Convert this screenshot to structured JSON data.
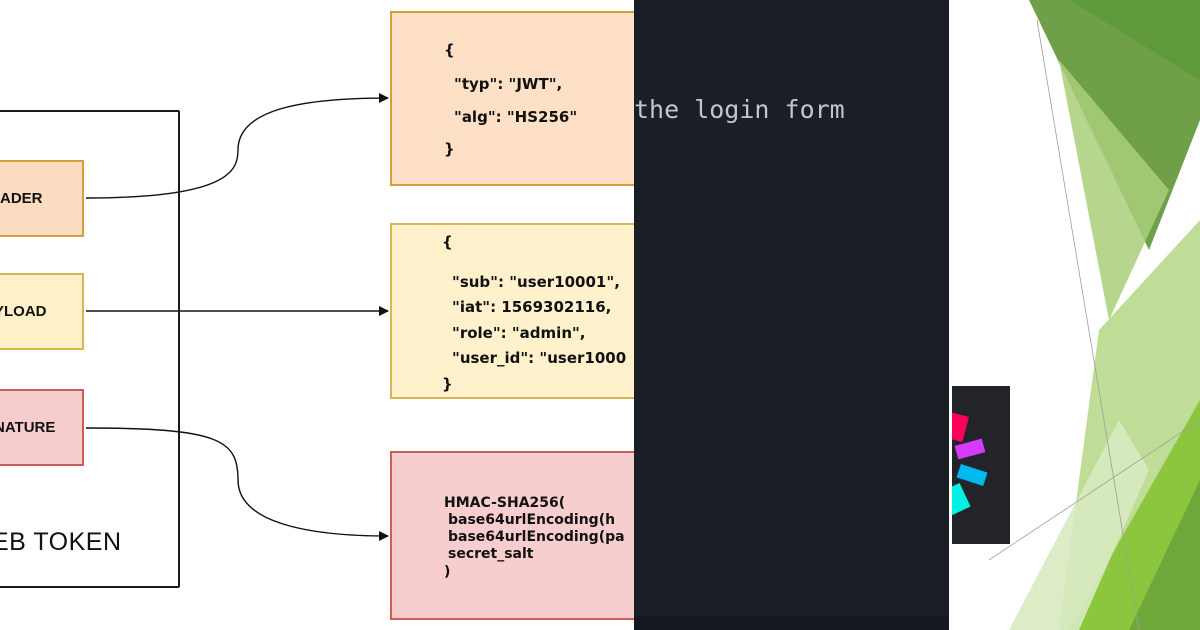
{
  "diagram": {
    "frame_title": "EB TOKEN",
    "parts": [
      {
        "label": "ADER"
      },
      {
        "label": "YLOAD"
      },
      {
        "label": "NATURE"
      }
    ],
    "header_code": [
      "{",
      "\"typ\": \"JWT\",",
      "\"alg\": \"HS256\"",
      "}"
    ],
    "payload_code": [
      "{",
      "\"sub\": \"user10001\",",
      "\"iat\": 1569302116,",
      "\"role\": \"admin\",",
      "\"user_id\": \"user1000",
      "}"
    ],
    "signature_code": [
      "HMAC-SHA256(",
      "base64urlEncoding(h",
      "base64urlEncoding(pa",
      "secret_salt",
      ")"
    ]
  },
  "dark_panel": {
    "caption": "the login form",
    "background": "#1a1e25"
  },
  "colors": {
    "header_fill": "#fcdcc1",
    "header_border": "#d4a03c",
    "payload_fill": "#fff0c8",
    "payload_border": "#d6b656",
    "signature_fill": "#f6cccc",
    "signature_border": "#c8605a",
    "green_dark": "#5e9a3a",
    "green_light": "#8cc63f"
  },
  "logo": {
    "icon": "jwt-logo-icon"
  }
}
